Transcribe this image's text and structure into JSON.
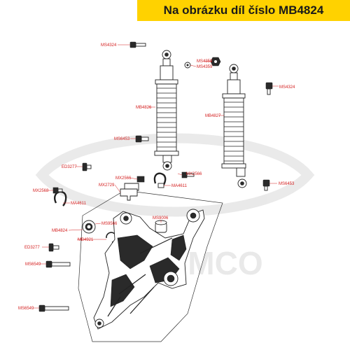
{
  "banner": {
    "text": "Na obrázku díl číslo MB4824",
    "color": "#ffd200"
  },
  "watermark": {
    "text": "KYMCO",
    "color": "#dcdcdc"
  },
  "label_color": "#d42020",
  "labels": {
    "ms4324_a": "MS4324",
    "ms4359_1": "MS4359",
    "ms4359_2": "MS4359",
    "ms4324_b": "MS4324",
    "mb4826": "MB4826",
    "mb4827": "MB4827",
    "ms6453_a": "MS6453",
    "ed3277_a": "ED3277",
    "mx2566_a": "MX2566",
    "mx2566_b": "MX2566",
    "mx2729": "MX2729",
    "ma4611_a": "MA4611",
    "mx2568": "MX2568",
    "ms6453_b": "MS6453",
    "ma4611_b": "MA4611",
    "ms9006": "MS9006",
    "ms9566": "MS9566",
    "mb4824": "MB4824",
    "mb4921": "MB4921",
    "ed3277_b": "ED3277",
    "ms6549_a": "MS6549",
    "ms6549_b": "MS6549"
  }
}
